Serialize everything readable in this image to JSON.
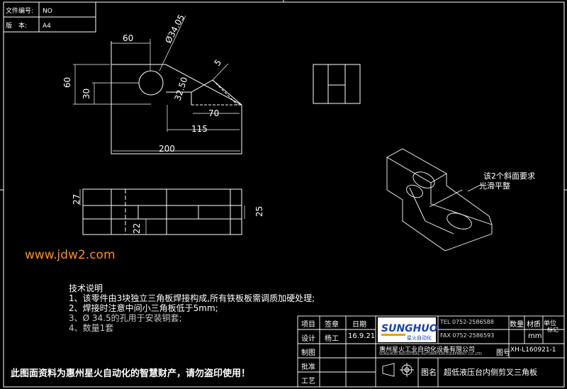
{
  "header_table": {
    "rows": [
      {
        "label": "文件编号:",
        "value": "NO"
      },
      {
        "label": "版　本:",
        "value": "A4"
      }
    ]
  },
  "dimensions": {
    "d60_top": "60",
    "dia": "Ø34.05",
    "d5": "5",
    "d60_left": "60",
    "d30": "30",
    "d32": "32.50",
    "d70": "70",
    "d115": "115",
    "d200": "200",
    "d27": "27",
    "d22": "22",
    "d25": "25"
  },
  "iso_note": [
    "该2个斜面要求",
    "光滑平整"
  ],
  "watermark": "www.jdw2.com",
  "tech_notes": {
    "title": "技术说明",
    "lines": [
      "1、该零件由3块独立三角板焊接构成,所有铁板板需调质加硬处理;",
      "2、焊接时注意中间小三角板低于5mm;",
      "3、Ø 34.5的孔用于安装铜套;",
      "4、数量1套"
    ]
  },
  "title_block": {
    "h_item": "项目",
    "h_sign": "签章",
    "h_date": "日期",
    "r_design": "设计",
    "designer": "杨工",
    "design_date": "16.9.21",
    "r_draw": "制图",
    "r_approve": "批准",
    "r_process": "工艺",
    "logo_text": "SUNGHUO",
    "logo_sub": "星火自动化",
    "tel": "TEL 0752-2586588",
    "fax": "FAX 0752-2586593",
    "company": "惠州星火工业自动化设备有限公司",
    "company_en": "SUNGHUO INDUSTRIAL AUTOMATION EQUIPMENT CO.,LTD",
    "h_qty": "数量",
    "h_material": "材质",
    "h_unit": "单位",
    "h_mark": "标记",
    "unit": "mm",
    "h_drawing_no": "图号",
    "drawing_no": "XH-L160921-1",
    "h_name": "图名",
    "part_name": "超低液压台内侧剪叉三角板"
  },
  "banner": "此图面资料为惠州星火自动化的智慧财产，请勿盗印使用！"
}
